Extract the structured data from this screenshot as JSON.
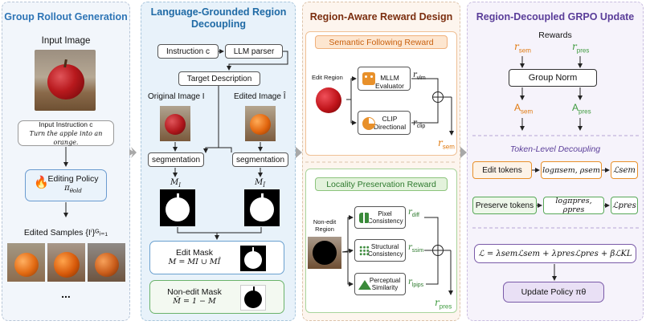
{
  "colors": {
    "blue_accent": "#2e75b6",
    "teal_accent": "#1f6aa5",
    "brown_accent": "#7b2e0f",
    "purple_accent": "#5a3d99",
    "orange_reward": "#e07a10",
    "green_reward": "#3d9a3d"
  },
  "panel1": {
    "title": "Group Rollout Generation",
    "input_image": "Input Image",
    "instruction_line1": "Input Instruction c",
    "instruction_line2": "Turn the apple into an orange.",
    "policy_label": "Editing Policy",
    "policy_symbol": "π",
    "policy_sub": "θold",
    "edited_samples": "Edited Samples {Iⁱ}ᴳᵢ₌₁",
    "ellipsis": "..."
  },
  "panel2": {
    "title_line1": "Language-Grounded Region",
    "title_line2": "Decoupling",
    "instruction": "Instruction c",
    "llm_parser": "LLM parser",
    "target_description": "Target Description",
    "original_image": "Original Image I",
    "edited_image": "Edited Image Î",
    "segmentation_left": "segmentation",
    "segmentation_right": "segmentation",
    "mask_left": "M",
    "mask_left_sub": "I",
    "mask_right": "M",
    "mask_right_sub": "Î",
    "edit_mask_title": "Edit Mask",
    "edit_mask_formula": "M = MI ∪ MÎ",
    "nonedit_mask_title": "Non-edit Mask",
    "nonedit_mask_formula": "M̄ = 1 − M"
  },
  "panel3": {
    "title": "Region-Aware Reward Design",
    "semantic_title": "Semantic Following Reward",
    "edit_region": "Edit Region",
    "mllm_line1": "MLLM",
    "mllm_line2": "Evaluator",
    "r_vlm": "r",
    "r_vlm_sub": "vlm",
    "clip_line1": "CLIP",
    "clip_line2": "Directional",
    "r_clip": "r",
    "r_clip_sub": "clip",
    "r_sem": "r",
    "r_sem_sub": "sem",
    "locality_title": "Locality Preservation Reward",
    "nonedit_line1": "Non-edit",
    "nonedit_line2": "Region",
    "pixel_line1": "Pixel",
    "pixel_line2": "Consistency",
    "r_diff": "r",
    "r_diff_sub": "diff",
    "struct_line1": "Structural",
    "struct_line2": "Consistency",
    "r_ssim": "r",
    "r_ssim_sub": "ssim",
    "percep_line1": "Perceptual",
    "percep_line2": "Similarity",
    "r_lpips": "r",
    "r_lpips_sub": "lpips",
    "r_pres": "r",
    "r_pres_sub": "pres"
  },
  "panel4": {
    "title": "Region-Decoupled GRPO Update",
    "rewards": "Rewards",
    "r_sem": "r",
    "r_sem_sub": "sem",
    "r_pres": "r",
    "r_pres_sub": "pres",
    "group_norm": "Group Norm",
    "a_sem": "A",
    "a_sem_sub": "sem",
    "a_pres": "A",
    "a_pres_sub": "pres",
    "token_title": "Token-Level Decoupling",
    "edit_tokens": "Edit tokens",
    "edit_logpi": "logπsem, ρsem",
    "edit_loss": "ℒsem",
    "preserve_tokens": "Preserve tokens",
    "preserve_logpi": "logπpres, ρpres",
    "preserve_loss": "ℒpres",
    "total_loss": "ℒ = λsemℒsem + λpresℒpres + βℒKL",
    "update_policy": "Update Policy πθ"
  }
}
